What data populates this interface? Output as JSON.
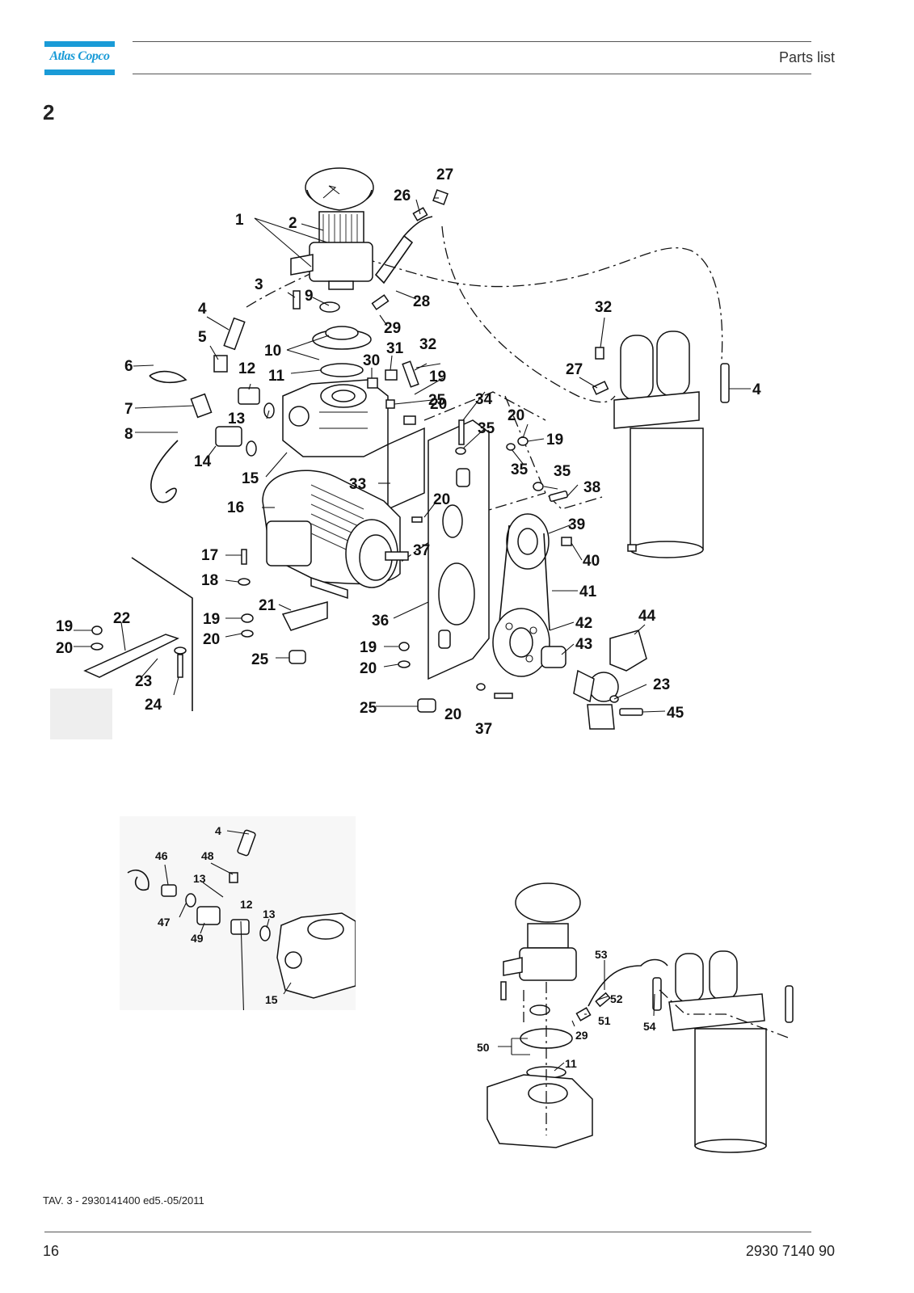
{
  "header": {
    "logo_text": "Atlas Copco",
    "title": "Parts list"
  },
  "section": {
    "number": "2"
  },
  "main_diagram": {
    "callouts": [
      "1",
      "2",
      "3",
      "4",
      "5",
      "6",
      "7",
      "8",
      "9",
      "10",
      "11",
      "12",
      "13",
      "14",
      "15",
      "16",
      "17",
      "18",
      "19",
      "20",
      "21",
      "22",
      "23",
      "24",
      "25",
      "26",
      "27",
      "28",
      "29",
      "30",
      "31",
      "32",
      "33",
      "34",
      "35",
      "36",
      "37",
      "38",
      "39",
      "40",
      "41",
      "42",
      "43",
      "44",
      "45"
    ]
  },
  "inset_left": {
    "callouts": [
      "4",
      "46",
      "48",
      "13",
      "47",
      "49",
      "12",
      "13",
      "15"
    ]
  },
  "inset_right": {
    "callouts": [
      "53",
      "52",
      "51",
      "29",
      "54",
      "50",
      "11"
    ]
  },
  "footer": {
    "doc_reference": "TAV. 3 - 2930141400 ed5.-05/2011",
    "page_number": "16",
    "document_number": "2930 7140 90"
  },
  "colors": {
    "brand_blue": "#1a9bd7",
    "rule": "#555555",
    "ink": "#111111"
  }
}
